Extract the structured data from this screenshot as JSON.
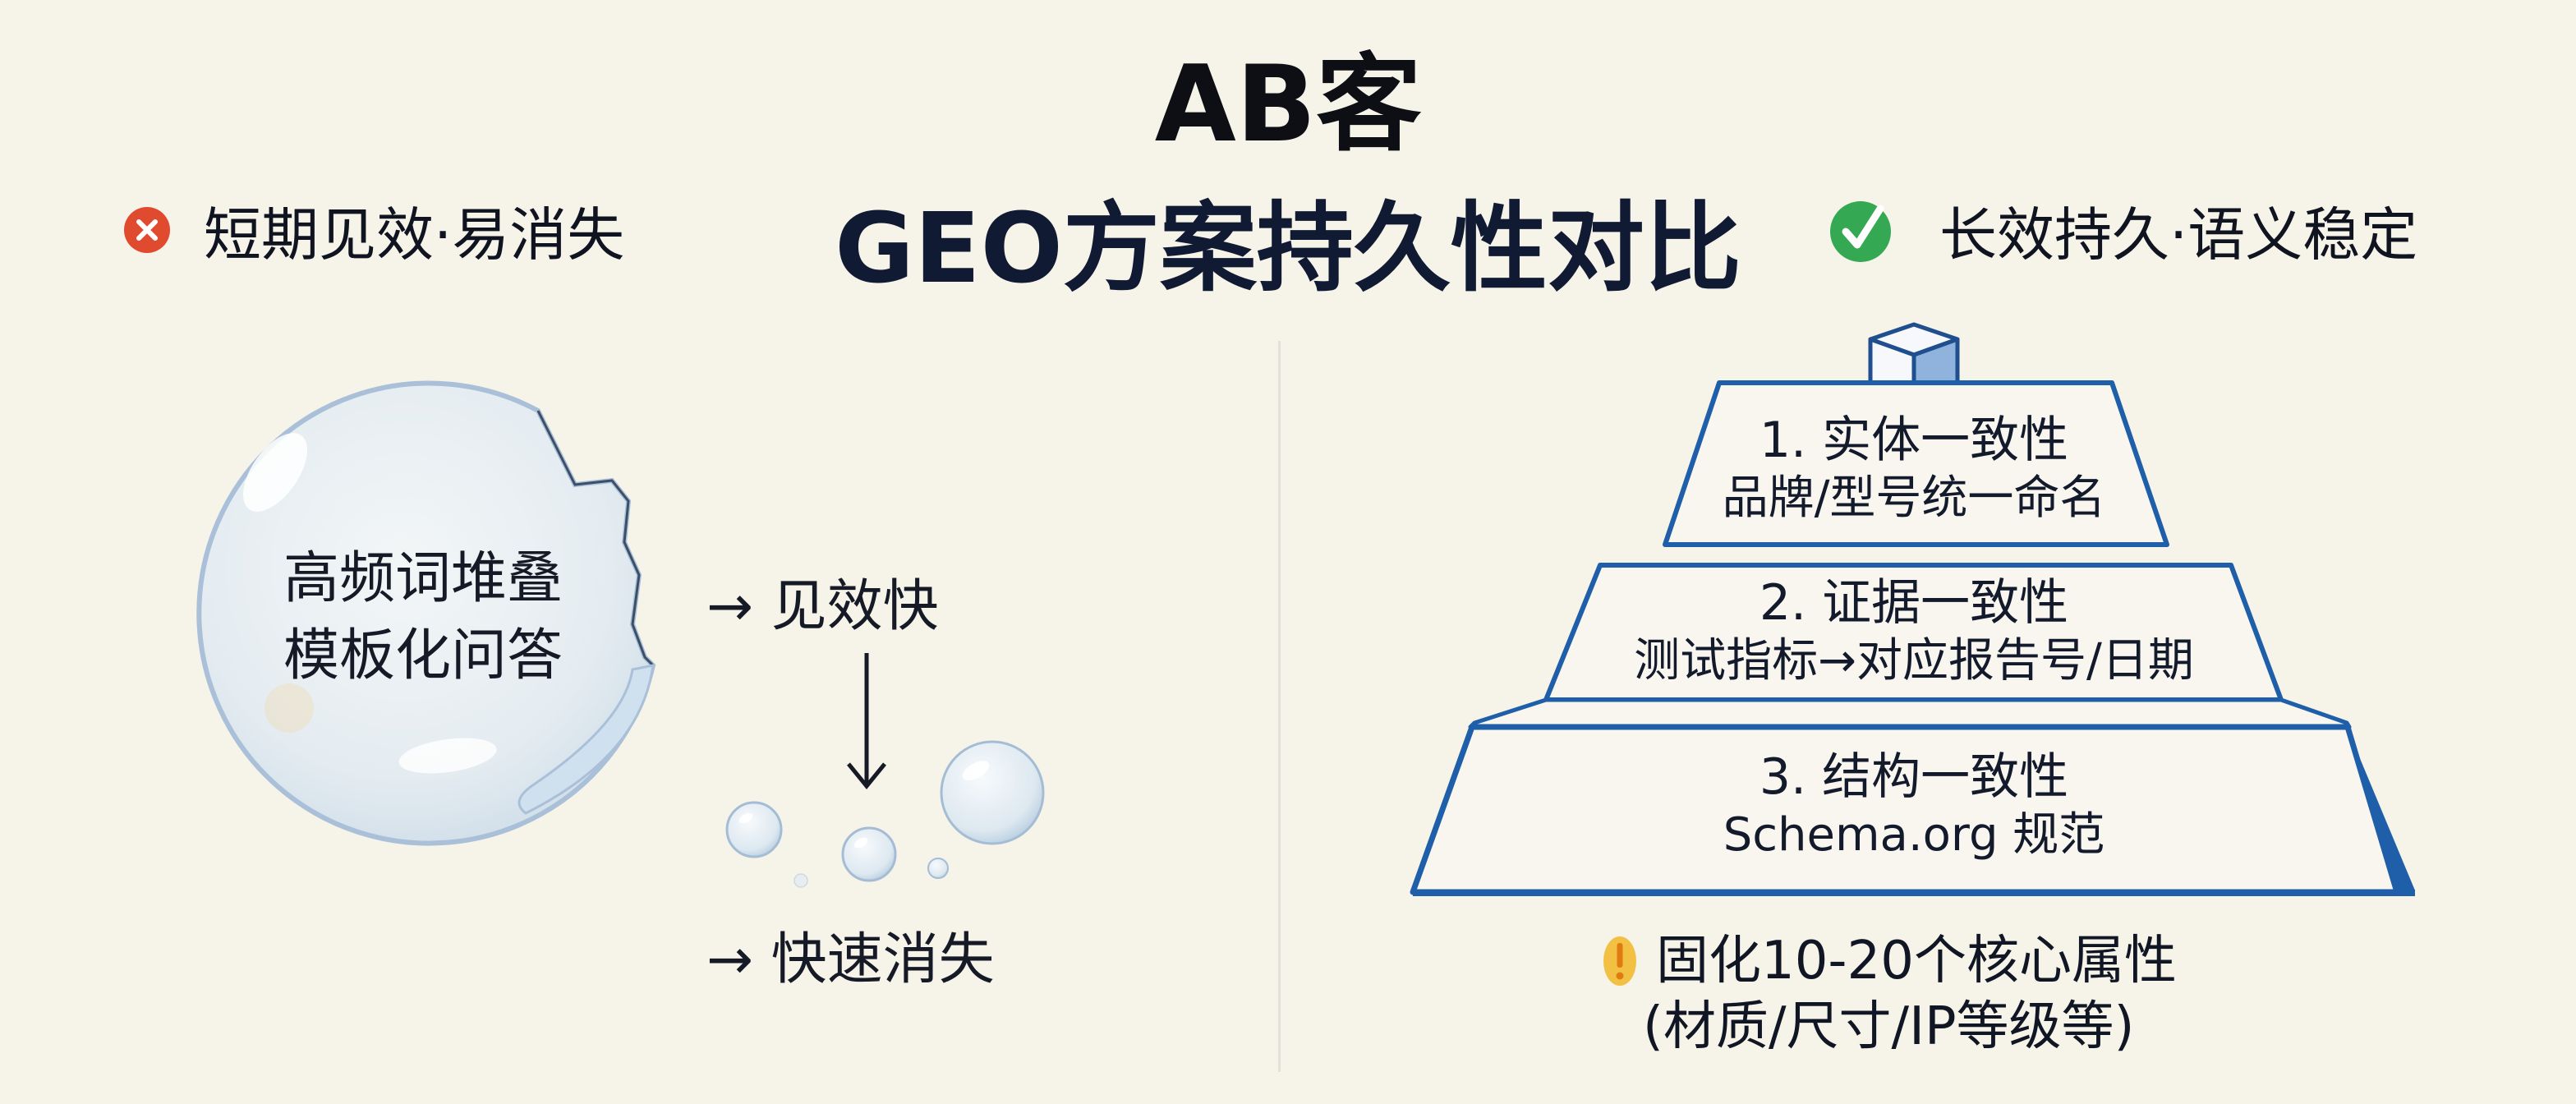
{
  "header": {
    "title": "AB客",
    "subtitle": "GEO方案持久性对比"
  },
  "left_panel": {
    "tag": {
      "icon": "x-circle-icon",
      "label": "短期见效·易消失",
      "color": "#e04a2f"
    },
    "bubble": {
      "lines": [
        "高频词堆叠",
        "模板化问答"
      ]
    },
    "flow": {
      "step1": "→ 见效快",
      "step2": "→ 快速消失",
      "arrow": "down-arrow-icon"
    }
  },
  "right_panel": {
    "tag": {
      "icon": "check-circle-icon",
      "label": "长效持久·语义稳定",
      "color": "#34a853"
    },
    "top_icon": "cube-icon",
    "pyramid": {
      "accent": "#1f5ea8",
      "tiers": [
        {
          "title": "1. 实体一致性",
          "desc": "品牌/型号统一命名"
        },
        {
          "title": "2. 证据一致性",
          "desc": "测试指标→对应报告号/日期"
        },
        {
          "title": "3. 结构一致性",
          "desc": "Schema.org 规范"
        }
      ]
    },
    "note": {
      "icon": "warning-icon",
      "line1": "固化10-20个核心属性",
      "line2": "(材质/尺寸/IP等级等)"
    }
  }
}
